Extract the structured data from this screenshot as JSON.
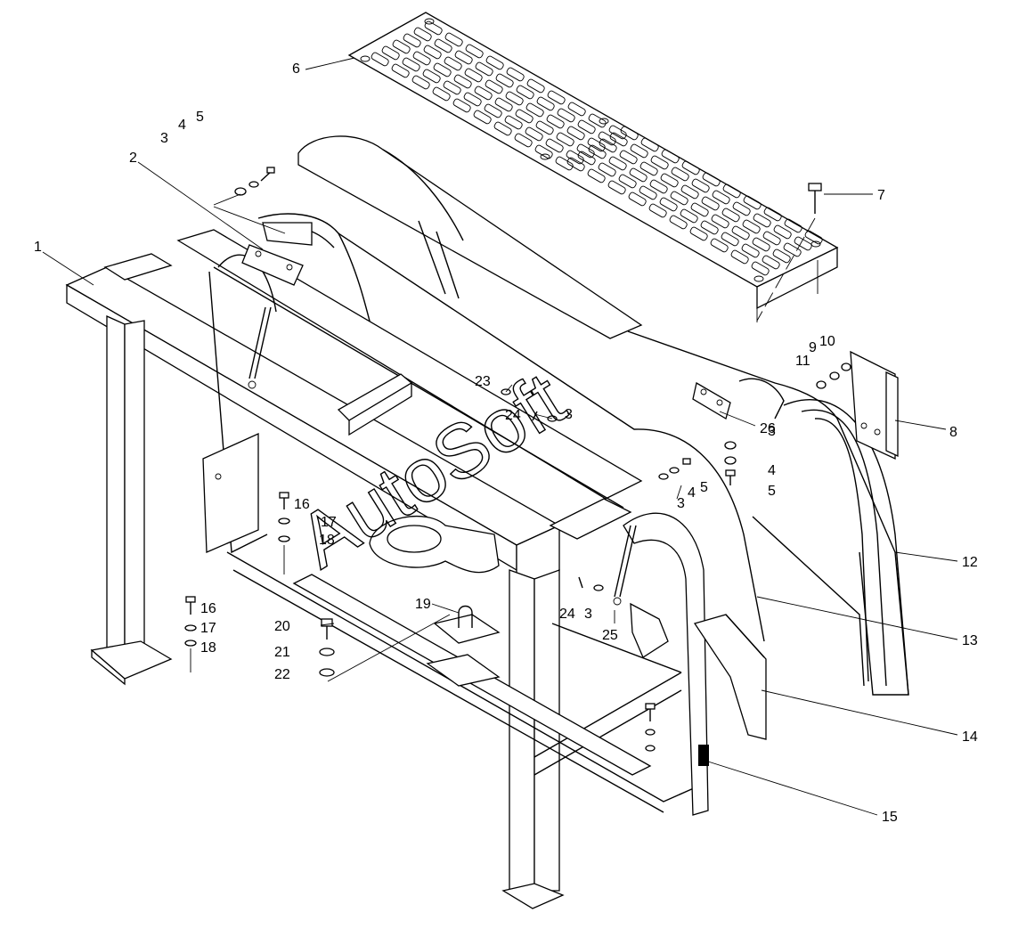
{
  "watermark": "AutoSoft",
  "callouts": [
    {
      "id": "c1",
      "text": "1"
    },
    {
      "id": "c2",
      "text": "2"
    },
    {
      "id": "c3a",
      "text": "3"
    },
    {
      "id": "c4a",
      "text": "4"
    },
    {
      "id": "c5a",
      "text": "5"
    },
    {
      "id": "c6",
      "text": "6"
    },
    {
      "id": "c7",
      "text": "7"
    },
    {
      "id": "c8",
      "text": "8"
    },
    {
      "id": "c9",
      "text": "9"
    },
    {
      "id": "c10",
      "text": "10"
    },
    {
      "id": "c11",
      "text": "11"
    },
    {
      "id": "c12",
      "text": "12"
    },
    {
      "id": "c13",
      "text": "13"
    },
    {
      "id": "c14",
      "text": "14"
    },
    {
      "id": "c15",
      "text": "15"
    },
    {
      "id": "c16a",
      "text": "16"
    },
    {
      "id": "c17a",
      "text": "17"
    },
    {
      "id": "c18a",
      "text": "18"
    },
    {
      "id": "c16b",
      "text": "16"
    },
    {
      "id": "c17b",
      "text": "17"
    },
    {
      "id": "c18b",
      "text": "18"
    },
    {
      "id": "c19",
      "text": "19"
    },
    {
      "id": "c20",
      "text": "20"
    },
    {
      "id": "c21",
      "text": "21"
    },
    {
      "id": "c22",
      "text": "22"
    },
    {
      "id": "c23",
      "text": "23"
    },
    {
      "id": "c24a",
      "text": "24"
    },
    {
      "id": "c3b",
      "text": "3"
    },
    {
      "id": "c26",
      "text": "26"
    },
    {
      "id": "c3c",
      "text": "3"
    },
    {
      "id": "c4b",
      "text": "4"
    },
    {
      "id": "c5b",
      "text": "5"
    },
    {
      "id": "c4c",
      "text": "4"
    },
    {
      "id": "c5c",
      "text": "5"
    },
    {
      "id": "c3d",
      "text": "3"
    },
    {
      "id": "c24b",
      "text": "24"
    },
    {
      "id": "c3e",
      "text": "3"
    },
    {
      "id": "c25",
      "text": "25"
    }
  ]
}
